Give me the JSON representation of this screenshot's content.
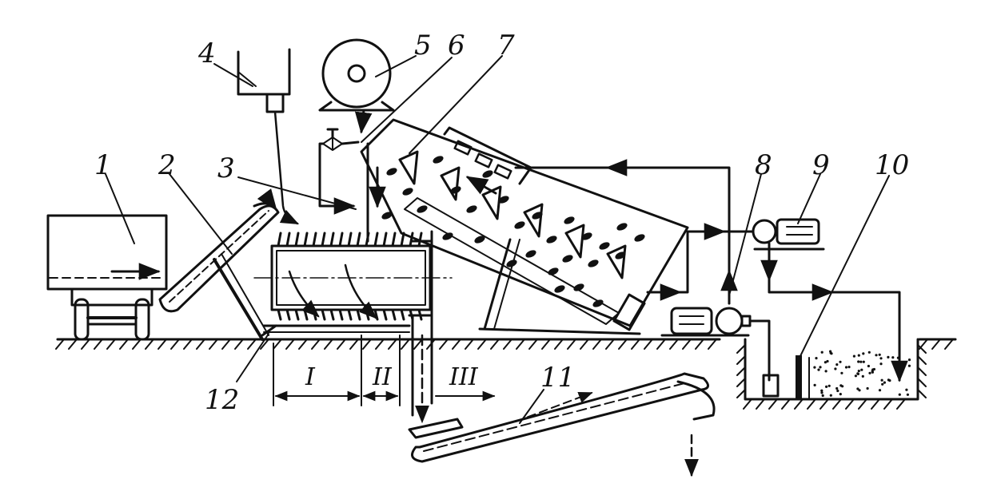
{
  "diagram": {
    "callouts": [
      {
        "id": "1",
        "text": "1"
      },
      {
        "id": "2",
        "text": "2"
      },
      {
        "id": "3",
        "text": "3"
      },
      {
        "id": "4",
        "text": "4"
      },
      {
        "id": "5",
        "text": "5"
      },
      {
        "id": "6",
        "text": "6"
      },
      {
        "id": "7",
        "text": "7"
      },
      {
        "id": "8",
        "text": "8"
      },
      {
        "id": "9",
        "text": "9"
      },
      {
        "id": "10",
        "text": "10"
      },
      {
        "id": "11",
        "text": "11"
      },
      {
        "id": "12",
        "text": "12"
      }
    ],
    "zones": [
      {
        "id": "I",
        "text": "I"
      },
      {
        "id": "II",
        "text": "II"
      },
      {
        "id": "III",
        "text": "III"
      }
    ],
    "colors": {
      "ink": "#111111",
      "paper": "#ffffff"
    }
  }
}
